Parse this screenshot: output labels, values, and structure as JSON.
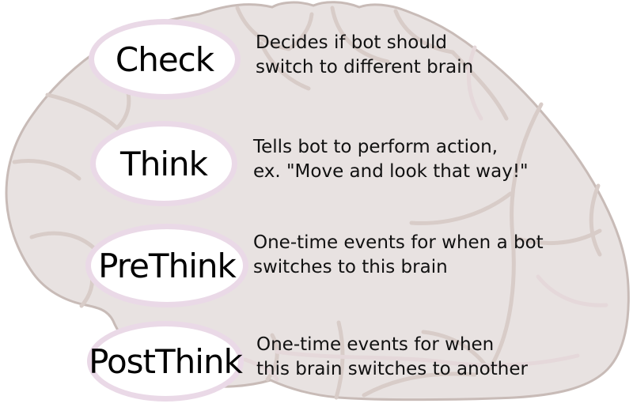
{
  "colors": {
    "background": "#ffffff",
    "brain_fill": "#e8e2e1",
    "brain_outline": "#c8bbb7",
    "sulci": "#d8ccc8",
    "sulci_light": "#e5d8da",
    "ellipse_fill": "#ffffff",
    "ellipse_border": "#ead9e7",
    "label_text": "#000000",
    "desc_text": "#111111"
  },
  "illustration": {
    "name": "brain-side-view"
  },
  "nodes": [
    {
      "id": "check",
      "label": "Check",
      "desc_line1": "Decides if bot should",
      "desc_line2": "switch to different brain"
    },
    {
      "id": "think",
      "label": "Think",
      "desc_line1": "Tells bot to perform action,",
      "desc_line2": "ex. \"Move and look that way!\""
    },
    {
      "id": "prethink",
      "label": "PreThink",
      "desc_line1": "One-time events for when a bot",
      "desc_line2": "switches to this brain"
    },
    {
      "id": "postthink",
      "label": "PostThink",
      "desc_line1": "One-time events for when",
      "desc_line2": "this brain switches to another"
    }
  ]
}
